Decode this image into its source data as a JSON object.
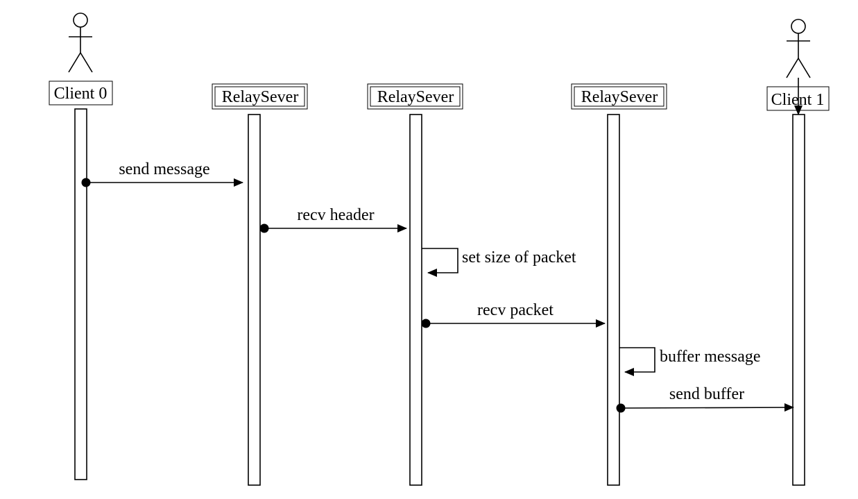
{
  "participants": [
    {
      "id": "client0",
      "label": "Client 0",
      "kind": "actor"
    },
    {
      "id": "relay1",
      "label": "RelaySever",
      "kind": "object"
    },
    {
      "id": "relay2",
      "label": "RelaySever",
      "kind": "object"
    },
    {
      "id": "relay3",
      "label": "RelaySever",
      "kind": "object"
    },
    {
      "id": "client1",
      "label": "Client 1",
      "kind": "actor"
    }
  ],
  "messages": [
    {
      "from": "client0",
      "to": "relay1",
      "label": "send message"
    },
    {
      "from": "relay1",
      "to": "relay2",
      "label": "recv header"
    },
    {
      "from": "relay2",
      "to": "relay2",
      "label": "set size of packet"
    },
    {
      "from": "relay2",
      "to": "relay3",
      "label": "recv packet"
    },
    {
      "from": "relay3",
      "to": "relay3",
      "label": "buffer message"
    },
    {
      "from": "relay3",
      "to": "client1",
      "label": "send buffer"
    }
  ]
}
